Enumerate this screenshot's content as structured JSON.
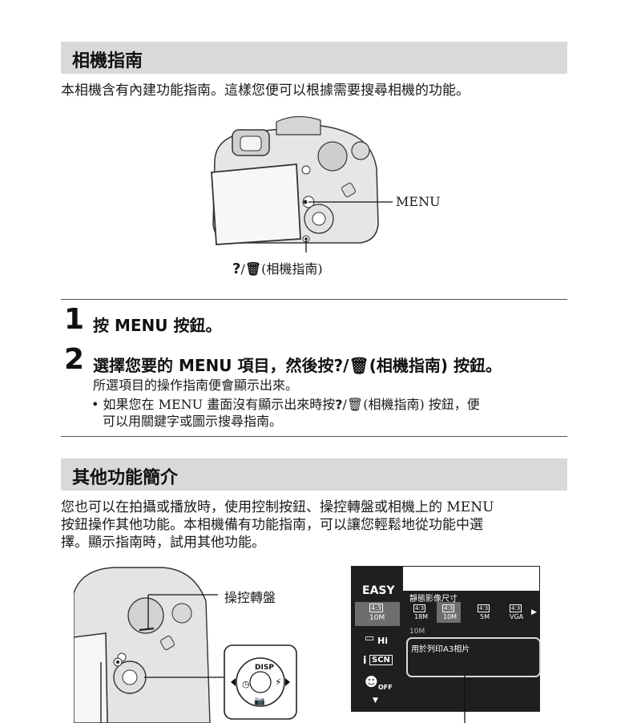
{
  "section1": {
    "title": "相機指南",
    "intro": "本相機含有內建功能指南。這樣您便可以根據需要搜尋相機的功能。",
    "callout_menu": "MENU",
    "callout_guide": "(相機指南)"
  },
  "steps": [
    {
      "number": "1",
      "text": "按 MENU 按鈕。"
    },
    {
      "number": "2",
      "text": "選擇您要的 MENU 項目，然後按",
      "text_suffix": "(相機指南) 按鈕。",
      "sub": "所選項目的操作指南便會顯示出來。",
      "bullet_line1_a": "• 如果您在 MENU 畫面沒有顯示出來時按",
      "bullet_line1_b": "(相機指南) 按鈕，便",
      "bullet_line2": "可以用關鍵字或圖示搜尋指南。"
    }
  ],
  "section2": {
    "title": "其他功能簡介",
    "para_line1": "您也可以在拍攝或播放時，使用控制按鈕、操控轉盤或相機上的 MENU",
    "para_line2": "按鈕操作其他功能。本相機備有功能指南，可以讓您輕鬆地從功能中選",
    "para_line3": "擇。顯示指南時，試用其他功能。",
    "callout_dial": "操控轉盤"
  },
  "dial": {
    "disp_label": "DISP"
  },
  "menu_screen": {
    "easy_label": "EASY",
    "header": "靜態影像尺寸",
    "size_options": [
      {
        "ratio": "4:3",
        "size": "18M"
      },
      {
        "ratio": "4:3",
        "size": "10M"
      },
      {
        "ratio": "4:3",
        "size": "5M"
      },
      {
        "ratio": "4:3",
        "size": "VGA"
      }
    ],
    "left_selected": {
      "ratio": "4:3",
      "size": "10M"
    },
    "current_value": "10M",
    "hi_label": "Hi",
    "scn_label": "SCN",
    "off_label": "OFF",
    "guide_text": "用於列印A3相片"
  },
  "colors": {
    "section_bar": "#d9d9d9",
    "screen_dark": "#1f1f1f",
    "screen_highlight": "#6e6e6e"
  }
}
